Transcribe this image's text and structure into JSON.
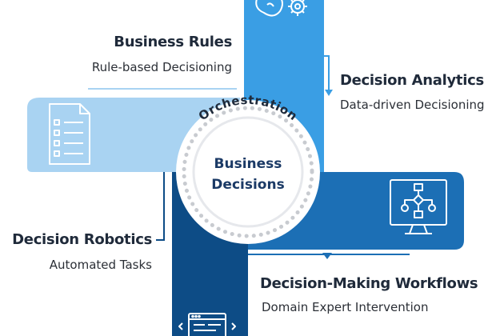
{
  "center": {
    "ring_label": "Orchestration",
    "title_line1": "Business",
    "title_line2": "Decisions"
  },
  "quadrants": {
    "business_rules": {
      "title": "Business Rules",
      "subtitle": "Rule-based Decisioning",
      "icon": "checklist-document-icon"
    },
    "decision_analytics": {
      "title": "Decision Analytics",
      "subtitle": "Data-driven Decisioning",
      "icon": "brain-gear-icon"
    },
    "decision_robotics": {
      "title": "Decision Robotics",
      "subtitle": "Automated Tasks",
      "icon": "code-window-icon"
    },
    "decision_workflows": {
      "title": "Decision-Making Workflows",
      "subtitle": "Domain Expert Intervention",
      "icon": "monitor-flowchart-icon"
    }
  },
  "colors": {
    "light_blue": "#a9d3f2",
    "bright_blue": "#3a9ee4",
    "mid_blue": "#1c6fb5",
    "dark_blue": "#0d4c86",
    "text": "#1f2a3a"
  }
}
